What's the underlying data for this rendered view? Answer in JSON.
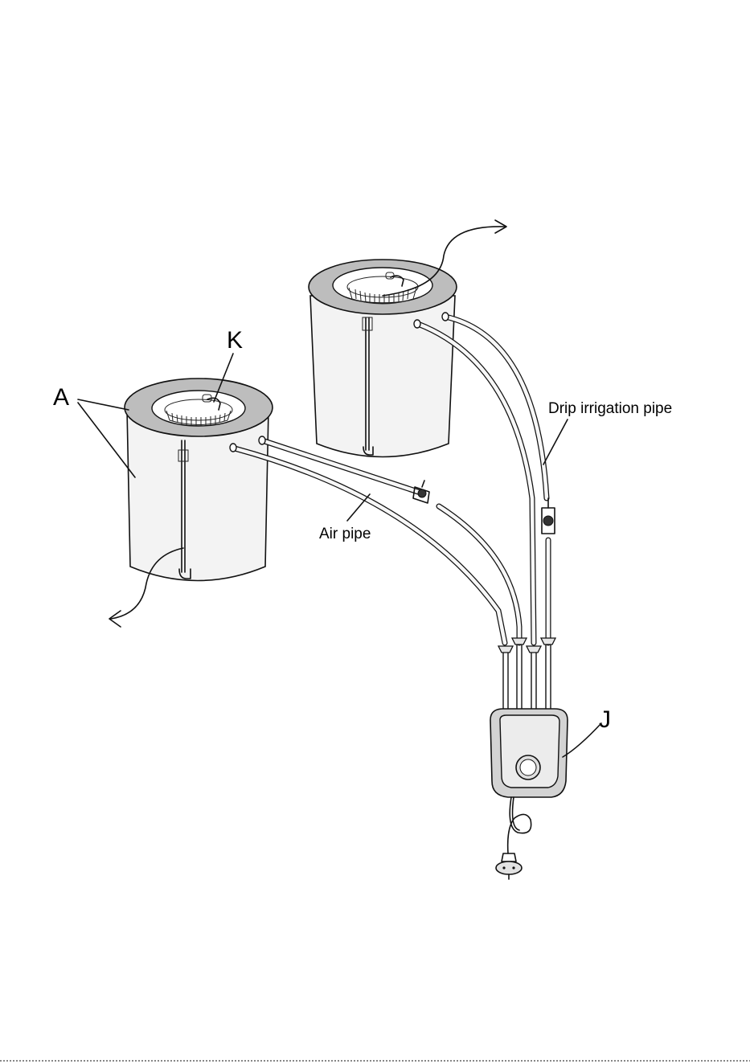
{
  "labels": {
    "A": "A",
    "K": "K",
    "J": "J",
    "air_pipe": "Air pipe",
    "drip_irrigation_pipe": "Drip irrigation pipe"
  }
}
